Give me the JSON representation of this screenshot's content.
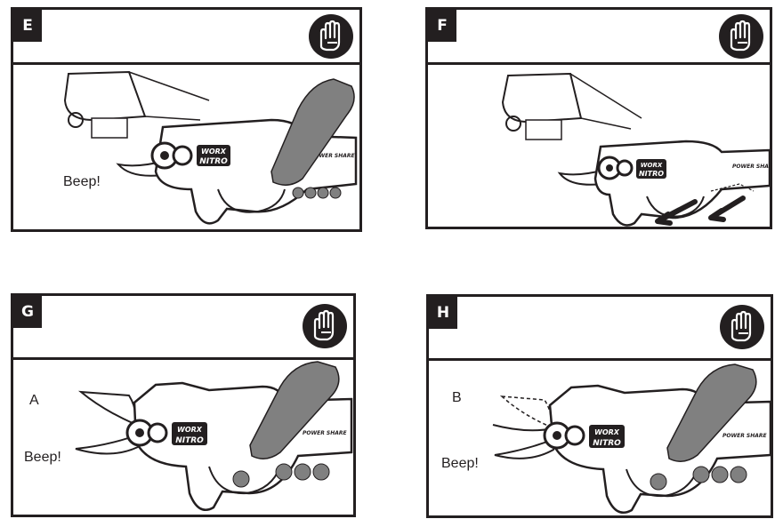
{
  "panels": [
    {
      "letter": "E",
      "labels": [
        "Beep!"
      ]
    },
    {
      "letter": "F",
      "labels": []
    },
    {
      "letter": "G",
      "labels": [
        "A",
        "Beep!"
      ]
    },
    {
      "letter": "H",
      "labels": [
        "B",
        "Beep!"
      ]
    }
  ],
  "brand": {
    "top": "WORX",
    "bottom": "NITRO",
    "mode": "POWER SHARE"
  },
  "icons": {
    "safety": "glove-icon"
  }
}
